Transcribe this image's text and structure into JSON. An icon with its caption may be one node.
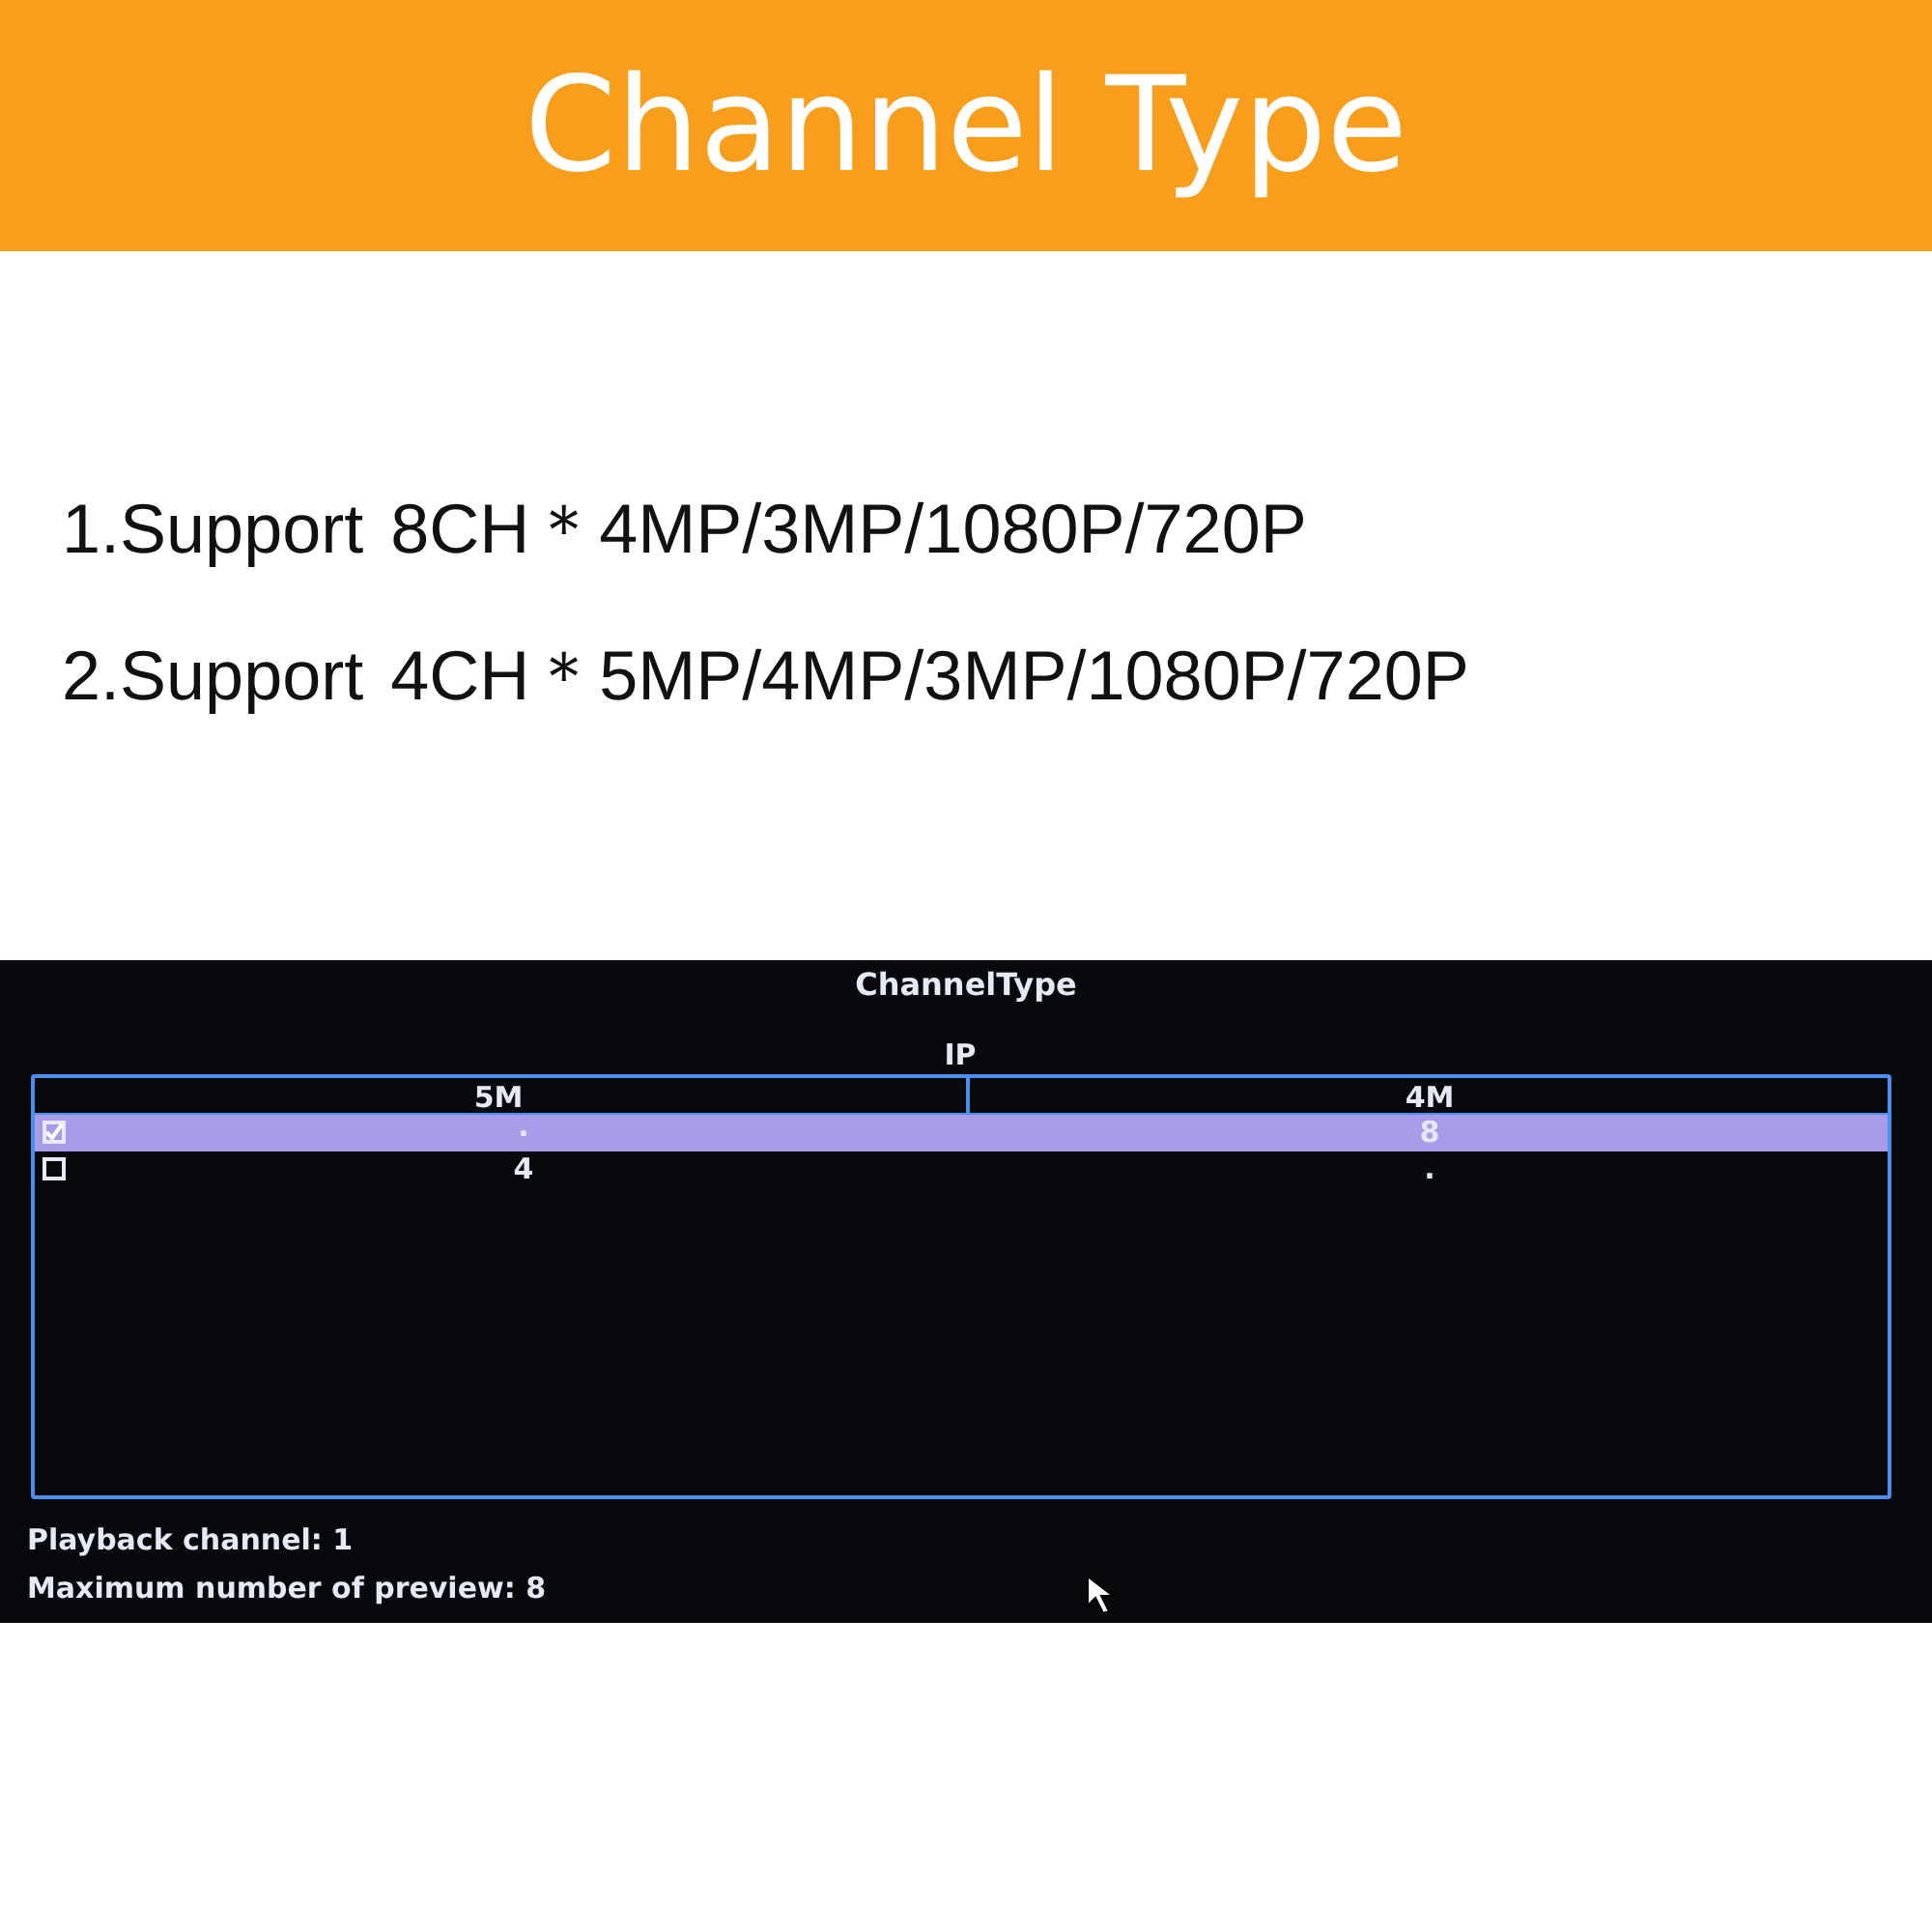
{
  "diagram": {
    "title": "Channel Type",
    "labels": [
      "1.Support 8CH＊4MP/3MP/1080P/720P",
      "2.Support 4CH＊5MP/4MP/3MP/1080P/720P",
      "ChannelType",
      "IP",
      "5M",
      "4M",
      ".",
      "8",
      "4",
      ".",
      "Playback channel: 1",
      "Maximum number of preview: 8"
    ]
  }
}
